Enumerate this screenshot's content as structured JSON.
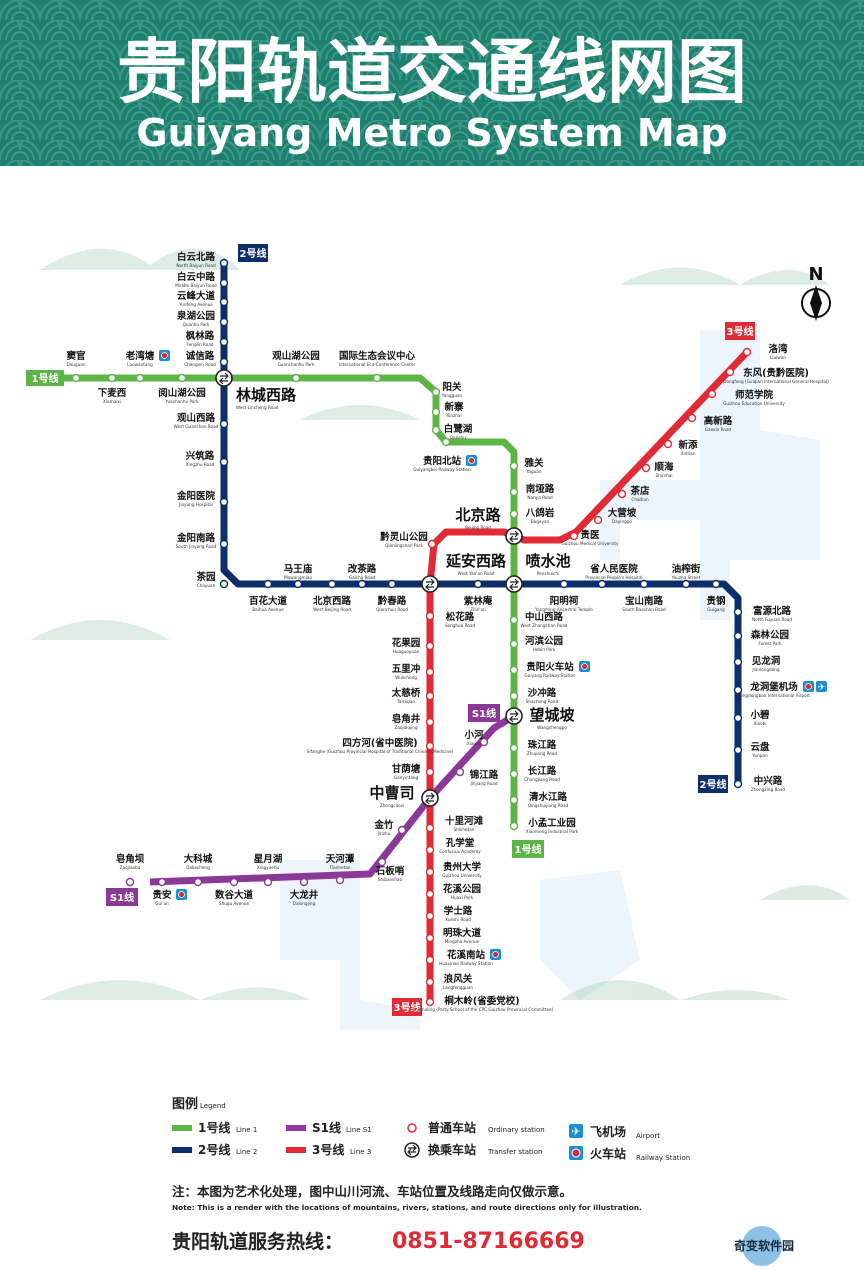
{
  "header": {
    "title_cn": "贵阳轨道交通线网图",
    "title_en": "Guiyang Metro System Map"
  },
  "compass": "N",
  "lines": {
    "line1": {
      "cn": "1号线",
      "en": "Line 1",
      "color": "#5db547"
    },
    "line2": {
      "cn": "2号线",
      "en": "Line 2",
      "color": "#0d2d6b"
    },
    "line3": {
      "cn": "3号线",
      "en": "Line 3",
      "color": "#e02a35"
    },
    "lineS1": {
      "cn": "S1线",
      "en": "Line S1",
      "color": "#8a3a96"
    }
  },
  "stations": [
    {
      "id": "baiyunbei",
      "cn": "白云北路",
      "en": "North Baiyun Road",
      "type": "ordinary"
    },
    {
      "id": "baiyunzhong",
      "cn": "白云中路",
      "en": "Middle Baiyun Road",
      "type": "ordinary"
    },
    {
      "id": "yunfeng",
      "cn": "云峰大道",
      "en": "Yunfeng Avenue",
      "type": "ordinary"
    },
    {
      "id": "quanhu",
      "cn": "泉湖公园",
      "en": "Quanhu Park",
      "type": "ordinary"
    },
    {
      "id": "fenglin",
      "cn": "枫林路",
      "en": "Fenglin Road",
      "type": "ordinary"
    },
    {
      "id": "chengxin",
      "cn": "诚信路",
      "en": "Chengxin Road",
      "type": "ordinary"
    },
    {
      "id": "douguan",
      "cn": "窦官",
      "en": "Douguan",
      "type": "ordinary"
    },
    {
      "id": "laowantang",
      "cn": "老湾塘",
      "en": "Laowantang",
      "type": "ordinary"
    },
    {
      "id": "xiamaixi",
      "cn": "下麦西",
      "en": "Xiamaixi",
      "type": "ordinary"
    },
    {
      "id": "yuanshanhu",
      "cn": "阅山湖公园",
      "en": "Yueshanhu Park",
      "type": "ordinary"
    },
    {
      "id": "guanshanhu",
      "cn": "观山湖公园",
      "en": "Guanshanhu Park",
      "type": "ordinary"
    },
    {
      "id": "ecocenter",
      "cn": "国际生态会议中心",
      "en": "International Eco-Conference Center",
      "type": "ordinary"
    },
    {
      "id": "linchengxi",
      "cn": "林城西路",
      "en": "West Lincheng Road",
      "type": "transfer"
    },
    {
      "id": "guanshanxi",
      "cn": "观山西路",
      "en": "West Guanshan Road",
      "type": "ordinary"
    },
    {
      "id": "xingzhu",
      "cn": "兴筑路",
      "en": "Xingzhu Road",
      "type": "ordinary"
    },
    {
      "id": "jinyangyiyuan",
      "cn": "金阳医院",
      "en": "Jinyang Hospital",
      "type": "ordinary"
    },
    {
      "id": "jinyangnan",
      "cn": "金阳南路",
      "en": "South Jinyang Road",
      "type": "ordinary"
    },
    {
      "id": "chayuan",
      "cn": "茶园",
      "en": "Chayuan",
      "type": "ordinary"
    },
    {
      "id": "mawangmiao",
      "cn": "马王庙",
      "en": "Mawangmiao",
      "type": "ordinary"
    },
    {
      "id": "gaicha",
      "cn": "改茶路",
      "en": "Gaicha Road",
      "type": "ordinary"
    },
    {
      "id": "baihua",
      "cn": "百花大道",
      "en": "Baihua Avenue",
      "type": "ordinary"
    },
    {
      "id": "beijingxi",
      "cn": "北京西路",
      "en": "West Beijing Road",
      "type": "ordinary"
    },
    {
      "id": "qianchun",
      "cn": "黔春路",
      "en": "Qianchun Road",
      "type": "ordinary"
    },
    {
      "id": "yangguan",
      "cn": "阳关",
      "en": "Yangguan",
      "type": "ordinary"
    },
    {
      "id": "xinzhai",
      "cn": "新寨",
      "en": "Xinzhai",
      "type": "ordinary"
    },
    {
      "id": "bailuhu",
      "cn": "白鹭湖",
      "en": "Bailuhu",
      "type": "ordinary"
    },
    {
      "id": "guiyangbei",
      "cn": "贵阳北站",
      "en": "Guiyangbei Railway Station",
      "type": "ordinary"
    },
    {
      "id": "yaguan",
      "cn": "雅关",
      "en": "Yaguan",
      "type": "ordinary"
    },
    {
      "id": "nanya",
      "cn": "南垭路",
      "en": "Nanya Road",
      "type": "ordinary"
    },
    {
      "id": "bageyan",
      "cn": "八鸽岩",
      "en": "Bageyan",
      "type": "ordinary"
    },
    {
      "id": "beijinglu",
      "cn": "北京路",
      "en": "Beijing Road",
      "type": "transfer"
    },
    {
      "id": "qianlingshan",
      "cn": "黔灵山公园",
      "en": "Qianlingshan Park",
      "type": "ordinary"
    },
    {
      "id": "yananxi",
      "cn": "延安西路",
      "en": "West Yan'an Road",
      "type": "transfer"
    },
    {
      "id": "penshuichi",
      "cn": "喷水池",
      "en": "Penshuichi",
      "type": "transfer"
    },
    {
      "id": "luowan",
      "cn": "洛湾",
      "en": "Luowan",
      "type": "ordinary"
    },
    {
      "id": "dongfeng",
      "cn": "东风(贵黔医院)",
      "en": "Dongfeng (Guiqian International General Hospital)",
      "type": "ordinary"
    },
    {
      "id": "shifan",
      "cn": "师范学院",
      "en": "Guizhou Education University",
      "type": "ordinary"
    },
    {
      "id": "gaoxin",
      "cn": "高新路",
      "en": "Gaoxin Road",
      "type": "ordinary"
    },
    {
      "id": "xintian",
      "cn": "新添",
      "en": "Xintian",
      "type": "ordinary"
    },
    {
      "id": "shunhai",
      "cn": "顺海",
      "en": "Shunhai",
      "type": "ordinary"
    },
    {
      "id": "chadian",
      "cn": "茶店",
      "en": "Chadian",
      "type": "ordinary"
    },
    {
      "id": "dayingpo",
      "cn": "大营坡",
      "en": "Dayingpo",
      "type": "ordinary"
    },
    {
      "id": "guiyi",
      "cn": "贵医",
      "en": "Guizhou Medical University",
      "type": "ordinary"
    },
    {
      "id": "shengrenmin",
      "cn": "省人民医院",
      "en": "Provincial People's Hospital",
      "type": "ordinary"
    },
    {
      "id": "youzha",
      "cn": "油榨街",
      "en": "Youzha Street",
      "type": "ordinary"
    },
    {
      "id": "ziliniao",
      "cn": "紫林庵",
      "en": "Zilin'an",
      "type": "ordinary"
    },
    {
      "id": "yangmingci",
      "cn": "阳明祠",
      "en": "Yangming Ancestral Temple",
      "type": "ordinary"
    },
    {
      "id": "baoshannan",
      "cn": "宝山南路",
      "en": "South Baoshan Road",
      "type": "ordinary"
    },
    {
      "id": "guigang",
      "cn": "贵钢",
      "en": "Guigang",
      "type": "ordinary"
    },
    {
      "id": "fuyuanbei",
      "cn": "富源北路",
      "en": "North Fuyuan Road",
      "type": "ordinary"
    },
    {
      "id": "senlin",
      "cn": "森林公园",
      "en": "Forest Park",
      "type": "ordinary"
    },
    {
      "id": "jianlongdong",
      "cn": "见龙洞",
      "en": "Jianlongdong",
      "type": "ordinary"
    },
    {
      "id": "airport",
      "cn": "龙洞堡机场",
      "en": "Longdongbao International Airport",
      "type": "ordinary"
    },
    {
      "id": "xiaobi",
      "cn": "小碧",
      "en": "Xiaobi",
      "type": "ordinary"
    },
    {
      "id": "yunpan",
      "cn": "云盘",
      "en": "Yunpan",
      "type": "ordinary"
    },
    {
      "id": "zhongxing",
      "cn": "中兴路",
      "en": "Zhongxing Road",
      "type": "ordinary"
    },
    {
      "id": "songhua",
      "cn": "松花路",
      "en": "Songhua Road",
      "type": "ordinary"
    },
    {
      "id": "zhongshanxi",
      "cn": "中山西路",
      "en": "West Zhongshan Road",
      "type": "ordinary"
    },
    {
      "id": "hebin",
      "cn": "河滨公园",
      "en": "Hebin Park",
      "type": "ordinary"
    },
    {
      "id": "guiyanghz",
      "cn": "贵阳火车站",
      "en": "Guiyang Railway Station",
      "type": "ordinary"
    },
    {
      "id": "shachong",
      "cn": "沙冲路",
      "en": "Shachong Road",
      "type": "ordinary"
    },
    {
      "id": "wangchengpo",
      "cn": "望城坡",
      "en": "Wangchengpo",
      "type": "transfer"
    },
    {
      "id": "zhujiang",
      "cn": "珠江路",
      "en": "Zhujiang Road",
      "type": "ordinary"
    },
    {
      "id": "changjiang",
      "cn": "长江路",
      "en": "Changjiang Road",
      "type": "ordinary"
    },
    {
      "id": "qingshuijiang",
      "cn": "清水江路",
      "en": "Qingshuijiang Road",
      "type": "ordinary"
    },
    {
      "id": "xiaomeng",
      "cn": "小孟工业园",
      "en": "Xiaomeng Industrial Park",
      "type": "ordinary"
    },
    {
      "id": "huaguoyuan",
      "cn": "花果园",
      "en": "Huaguoyuan",
      "type": "ordinary"
    },
    {
      "id": "wulichong",
      "cn": "五里冲",
      "en": "Wulichong",
      "type": "ordinary"
    },
    {
      "id": "taiciqiao",
      "cn": "太慈桥",
      "en": "Taiciqiao",
      "type": "ordinary"
    },
    {
      "id": "zaojiaojing",
      "cn": "皂角井",
      "en": "Zaojiaojing",
      "type": "ordinary"
    },
    {
      "id": "sifanghe",
      "cn": "四方河(省中医院)",
      "en": "Sifanghe (Guizhou Provincial Hospital of Traditional Chinese Medicine)",
      "type": "ordinary"
    },
    {
      "id": "ganyintang",
      "cn": "甘荫塘",
      "en": "Ganyintang",
      "type": "ordinary"
    },
    {
      "id": "xiaohe",
      "cn": "小河",
      "en": "Xiaohe",
      "type": "ordinary"
    },
    {
      "id": "jinjiang",
      "cn": "锦江路",
      "en": "Jinjiang Road",
      "type": "ordinary"
    },
    {
      "id": "zhongcaosi",
      "cn": "中曹司",
      "en": "Zhongcaosi",
      "type": "transfer"
    },
    {
      "id": "jinzhu",
      "cn": "金竹",
      "en": "Jinzhu",
      "type": "ordinary"
    },
    {
      "id": "shilihetan",
      "cn": "十里河滩",
      "en": "Shilihetan",
      "type": "ordinary"
    },
    {
      "id": "kongxuetang",
      "cn": "孔学堂",
      "en": "Confucius Academy",
      "type": "ordinary"
    },
    {
      "id": "guizhoudaxue",
      "cn": "贵州大学",
      "en": "Guizhou University",
      "type": "ordinary"
    },
    {
      "id": "huaxi",
      "cn": "花溪公园",
      "en": "Huaxi Park",
      "type": "ordinary"
    },
    {
      "id": "xueshi",
      "cn": "学士路",
      "en": "Xueshi Road",
      "type": "ordinary"
    },
    {
      "id": "mingzhu",
      "cn": "明珠大道",
      "en": "Mingzhu Avenue",
      "type": "ordinary"
    },
    {
      "id": "huaxinan",
      "cn": "花溪南站",
      "en": "Huaxinan Railway Station",
      "type": "ordinary"
    },
    {
      "id": "langfengguan",
      "cn": "浪风关",
      "en": "Langfengguan",
      "type": "ordinary"
    },
    {
      "id": "tongmuling",
      "cn": "桐木岭(省委党校)",
      "en": "Tongmuling (Party School of the CPC Guizhou Provincial Committee)",
      "type": "ordinary"
    },
    {
      "id": "zaojiaoba",
      "cn": "皂角坝",
      "en": "Zaojiaoba",
      "type": "ordinary"
    },
    {
      "id": "dakecheng",
      "cn": "大科城",
      "en": "Dakecheng",
      "type": "ordinary"
    },
    {
      "id": "xingyuehu",
      "cn": "星月湖",
      "en": "Xingyuehu",
      "type": "ordinary"
    },
    {
      "id": "tianhetan",
      "cn": "天河潭",
      "en": "Tianhetan",
      "type": "ordinary"
    },
    {
      "id": "guian",
      "cn": "贵安",
      "en": "Gui'an",
      "type": "ordinary"
    },
    {
      "id": "shugu",
      "cn": "数谷大道",
      "en": "Shugu Avenue",
      "type": "ordinary"
    },
    {
      "id": "dalongjing",
      "cn": "大龙井",
      "en": "Dalongjing",
      "type": "ordinary"
    },
    {
      "id": "shibanshao",
      "cn": "石板哨",
      "en": "Shibanshao",
      "type": "ordinary"
    }
  ],
  "legend": {
    "title_cn": "图例",
    "title_en": "Legend",
    "ordinary_cn": "普通车站",
    "ordinary_en": "Ordinary station",
    "transfer_cn": "换乘车站",
    "transfer_en": "Transfer station",
    "airport_cn": "飞机场",
    "airport_en": "Airport",
    "railway_cn": "火车站",
    "railway_en": "Railway Station"
  },
  "note": {
    "cn": "注：本图为艺术化处理，图中山川河流、车站位置及线路走向仅做示意。",
    "en": "Note: This is a render with  the locations of mountains, rivers, stations, and route directions only for illustration."
  },
  "hotline": {
    "label": "贵阳轨道服务热线：",
    "number": "0851-87166669"
  },
  "watermark": "奇变软件园"
}
